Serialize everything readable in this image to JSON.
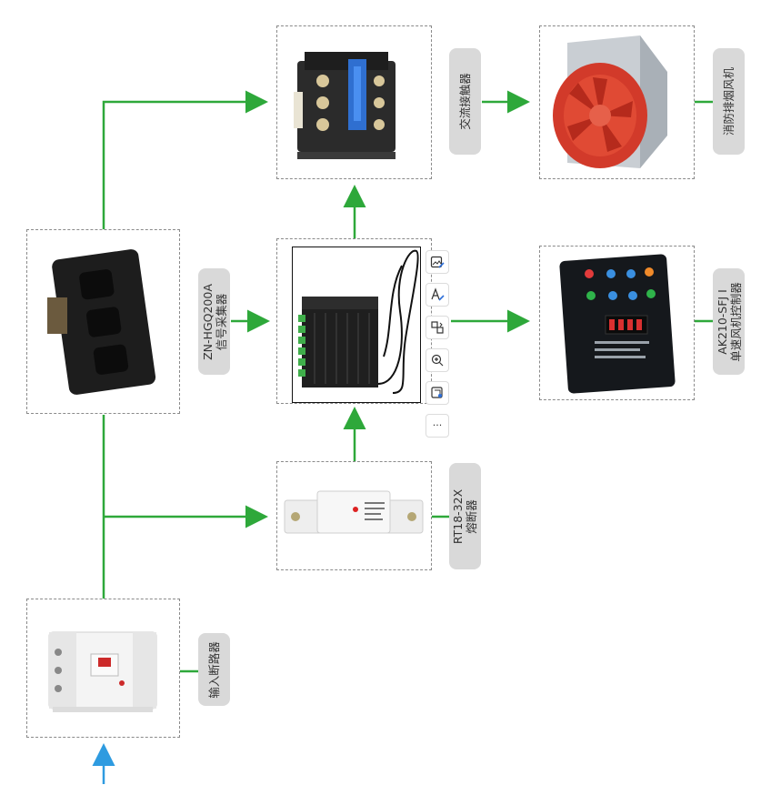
{
  "labels": {
    "contactor": "交流接触器",
    "fan": "消防排烟风机",
    "collector": "ZN-HGQ200A\n信号采集器",
    "controller": "AK210-SFJ Ⅰ\n单速风机控制器",
    "fuse": "RT18-32X\n熔断器",
    "breaker": "输入断路器"
  },
  "colors": {
    "line": "#2ea83a",
    "input_arrow": "#2e9be0",
    "dashed_border": "#8a8a8a",
    "label_bg": "#d9d9d9"
  },
  "toolbar_icons": [
    "image-edit-icon",
    "text-edit-icon",
    "replace-image-icon",
    "zoom-in-icon",
    "crop-icon",
    "more-icon"
  ],
  "toolbar_more_glyph": "···"
}
